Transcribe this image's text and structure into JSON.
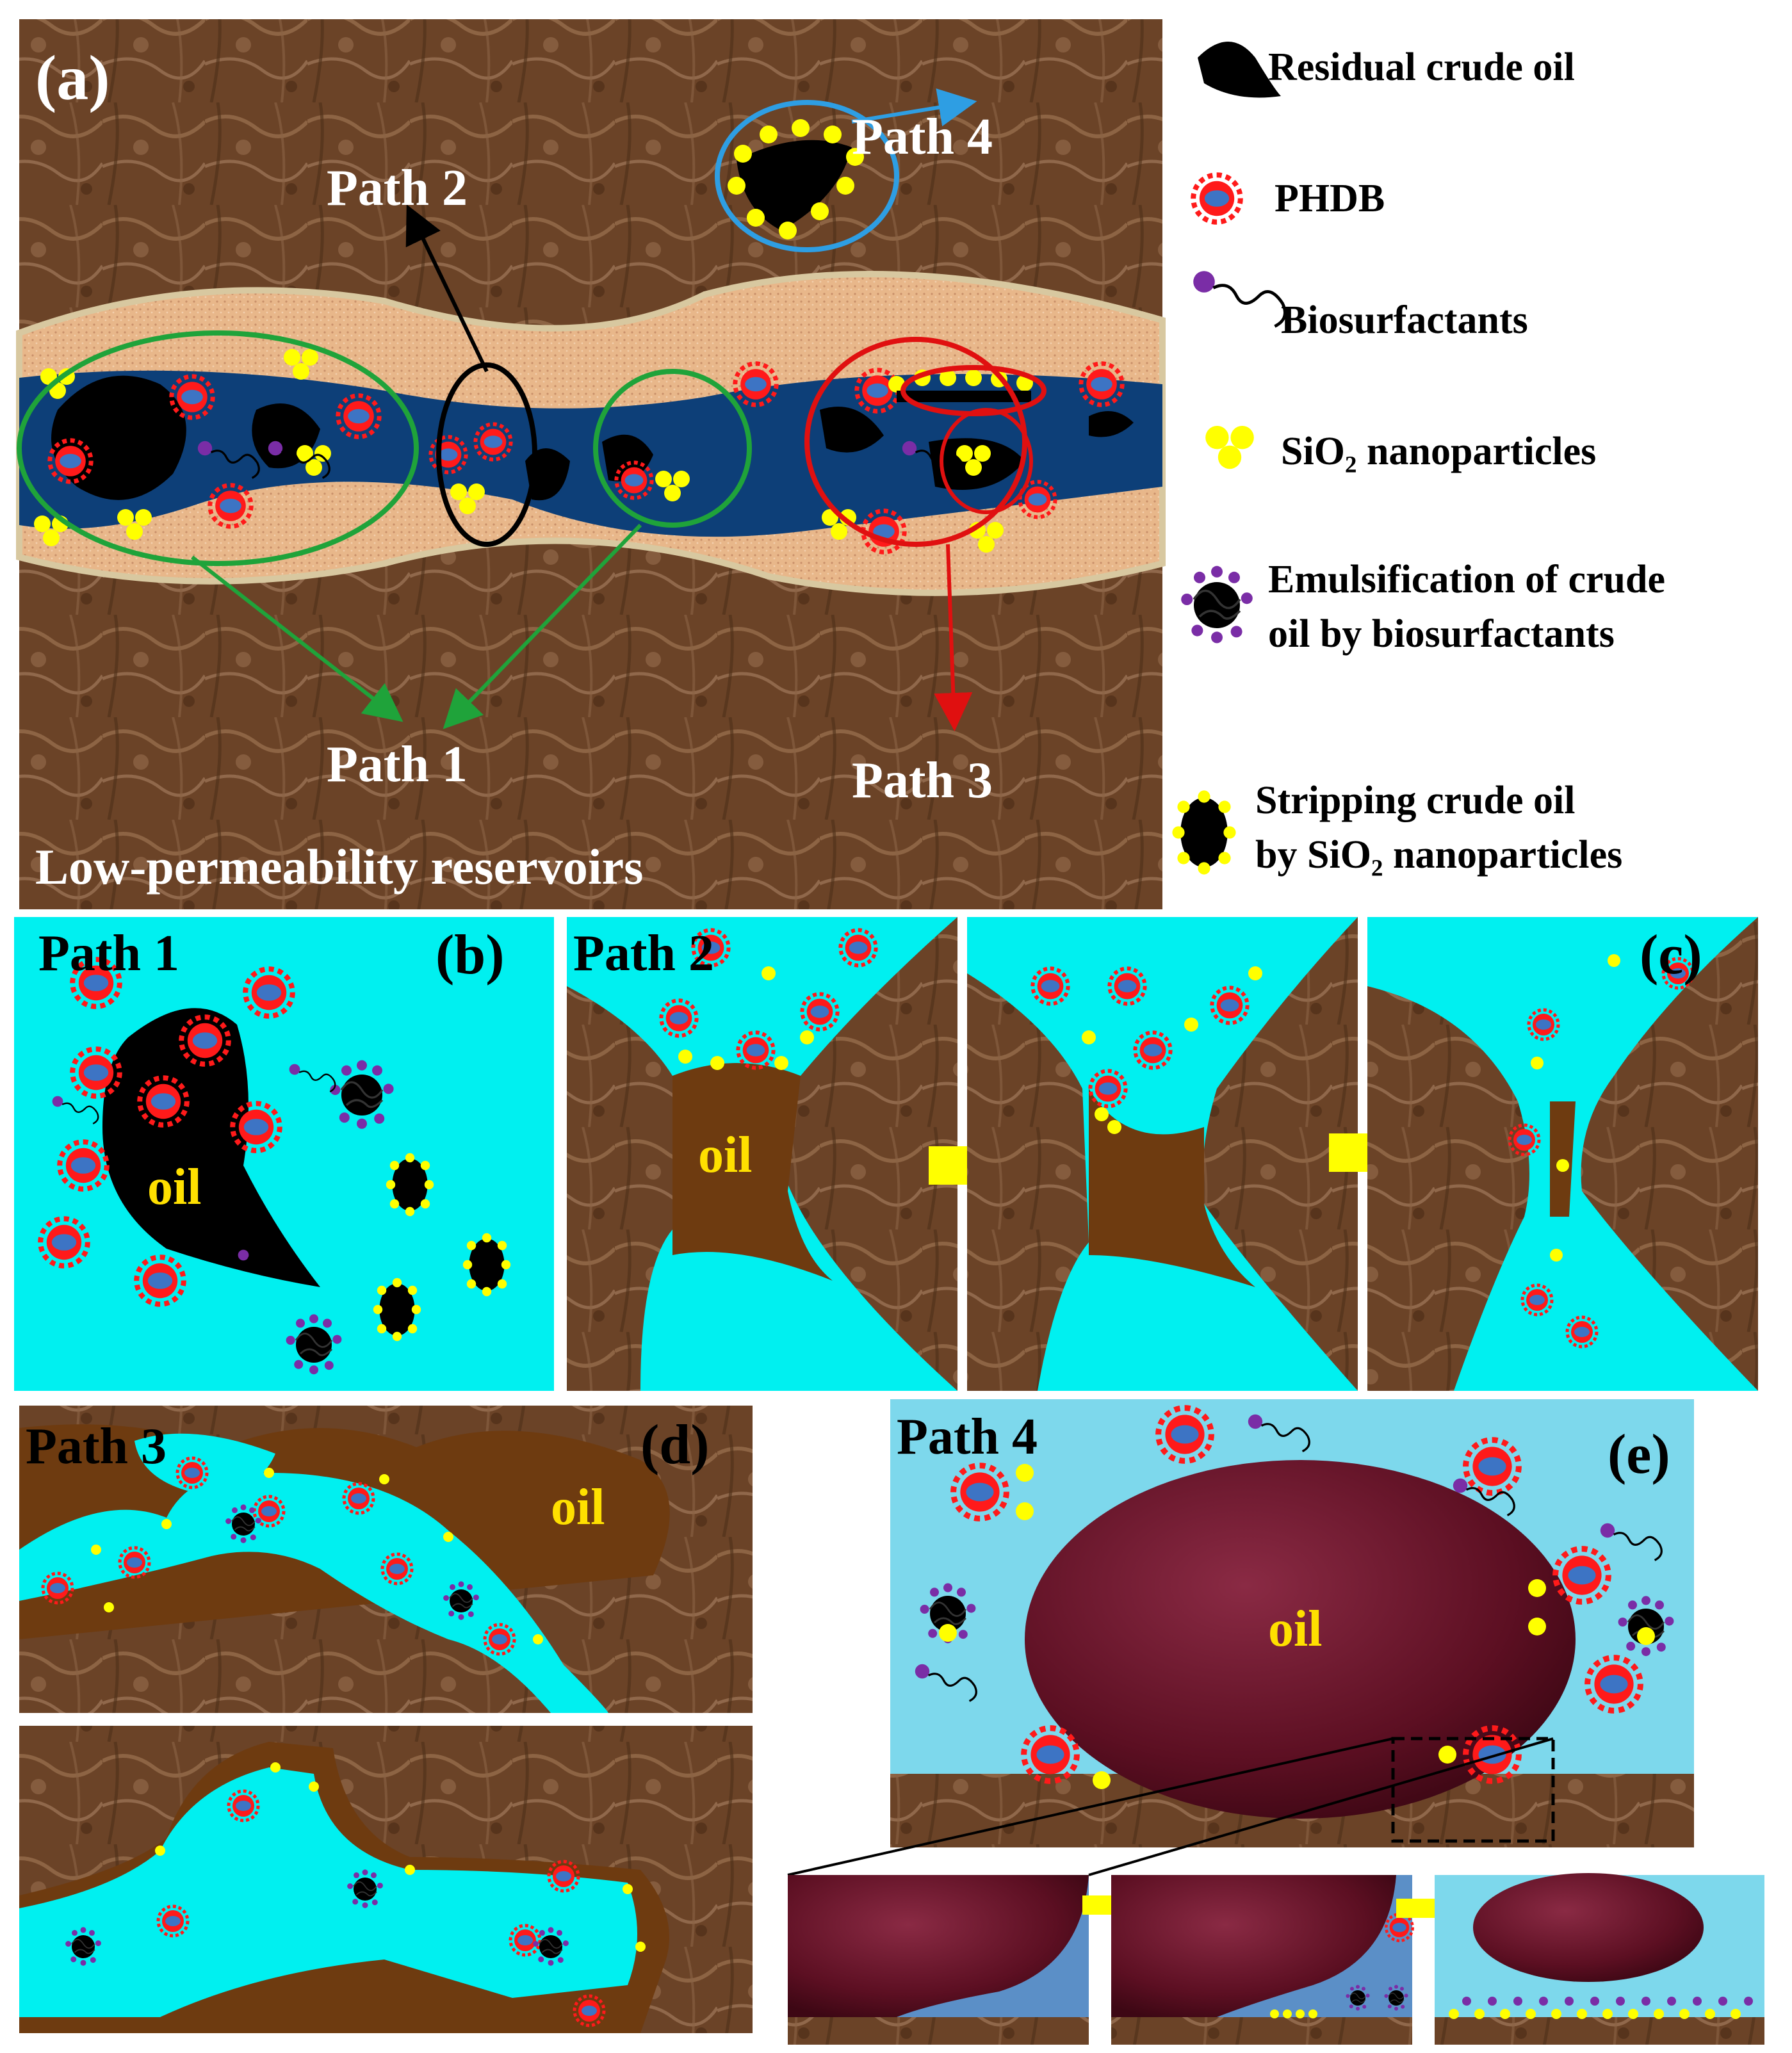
{
  "colors": {
    "rock": "#6b4327",
    "rock_light": "#a07656",
    "sand": "#e8b78a",
    "water_dark": "#0d3f78",
    "water_cyan": "#00f0f0",
    "water_light": "#7dd8ec",
    "oil_black": "#000000",
    "oil_brown": "#6e3b10",
    "oil_maroon": "#5c0f22",
    "phdb_red": "#ff1a1a",
    "phdb_core": "#3d74c4",
    "sio2_yellow": "#ffff00",
    "bio_purple": "#7a2da6",
    "green": "#1fa33a",
    "blue_circle": "#2e9ee3",
    "red_circle": "#e01010",
    "label_yellow": "#ffe000",
    "white": "#ffffff"
  },
  "panel_a": {
    "letter": "(a)",
    "subtitle": "Low-permeability reservoirs",
    "paths": {
      "p1": "Path 1",
      "p2": "Path 2",
      "p3": "Path 3",
      "p4": "Path 4"
    }
  },
  "legend": {
    "residual_oil": "Residual crude oil",
    "phdb": "PHDB",
    "biosurfactants": "Biosurfactants",
    "sio2": "SiO₂ nanoparticles",
    "emulsification": [
      "Emulsification of crude",
      "oil by biosurfactants"
    ],
    "stripping": [
      "Stripping crude oil",
      "by SiO₂ nanoparticles"
    ]
  },
  "panel_b": {
    "title": "Path 1",
    "letter": "(b)",
    "oil_label": "oil"
  },
  "panel_c": {
    "title": "Path 2",
    "letter": "(c)",
    "oil_label": "oil"
  },
  "panel_d": {
    "title": "Path 3",
    "letter": "(d)",
    "oil_label": "oil"
  },
  "panel_e": {
    "title": "Path 4",
    "letter": "(e)",
    "oil_label": "oil"
  }
}
